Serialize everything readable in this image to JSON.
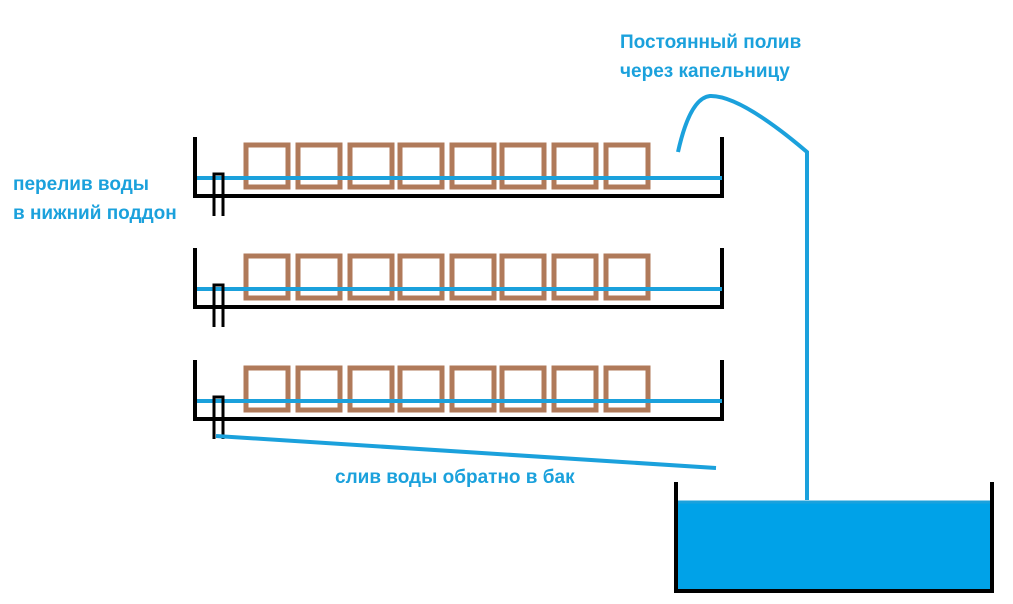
{
  "labels": {
    "drip_line1": "Постоянный полив",
    "drip_line2": "через капельницу",
    "overflow_line1": "перелив воды",
    "overflow_line2": "в нижний поддон",
    "drain": "слив воды обратно в бак"
  },
  "colors": {
    "water": "#1ba1dc",
    "tank_fill": "#00a2e8",
    "pot": "#b07a5a",
    "tray": "#000000"
  },
  "trays": 3,
  "pots_per_tray": 8
}
